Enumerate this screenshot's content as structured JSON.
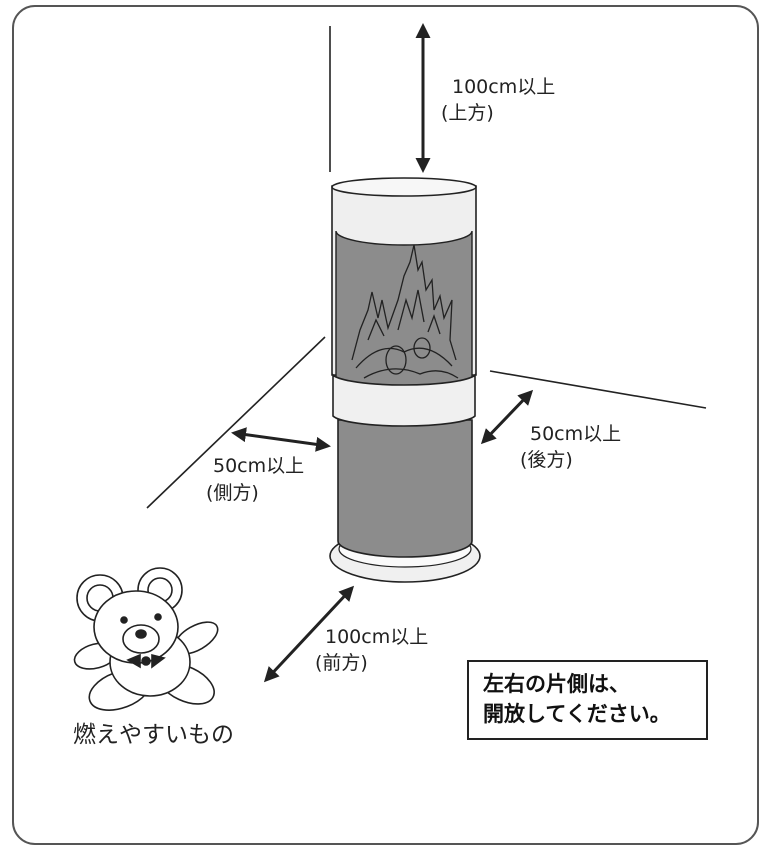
{
  "clearances": {
    "top": {
      "distance": "100cm以上",
      "direction": "(上方)"
    },
    "side": {
      "distance": "50cm以上",
      "direction": "(側方)"
    },
    "back": {
      "distance": "50cm以上",
      "direction": "(後方)"
    },
    "front": {
      "distance": "100cm以上",
      "direction": "(前方)"
    }
  },
  "flammables_label": "燃えやすいもの",
  "note": {
    "line1": "左右の片側は、",
    "line2": "開放してください。"
  },
  "colors": {
    "stroke": "#222222",
    "panel_gray": "#8c8c8c",
    "ring_light": "#f0f0f0",
    "border": "#555555"
  }
}
